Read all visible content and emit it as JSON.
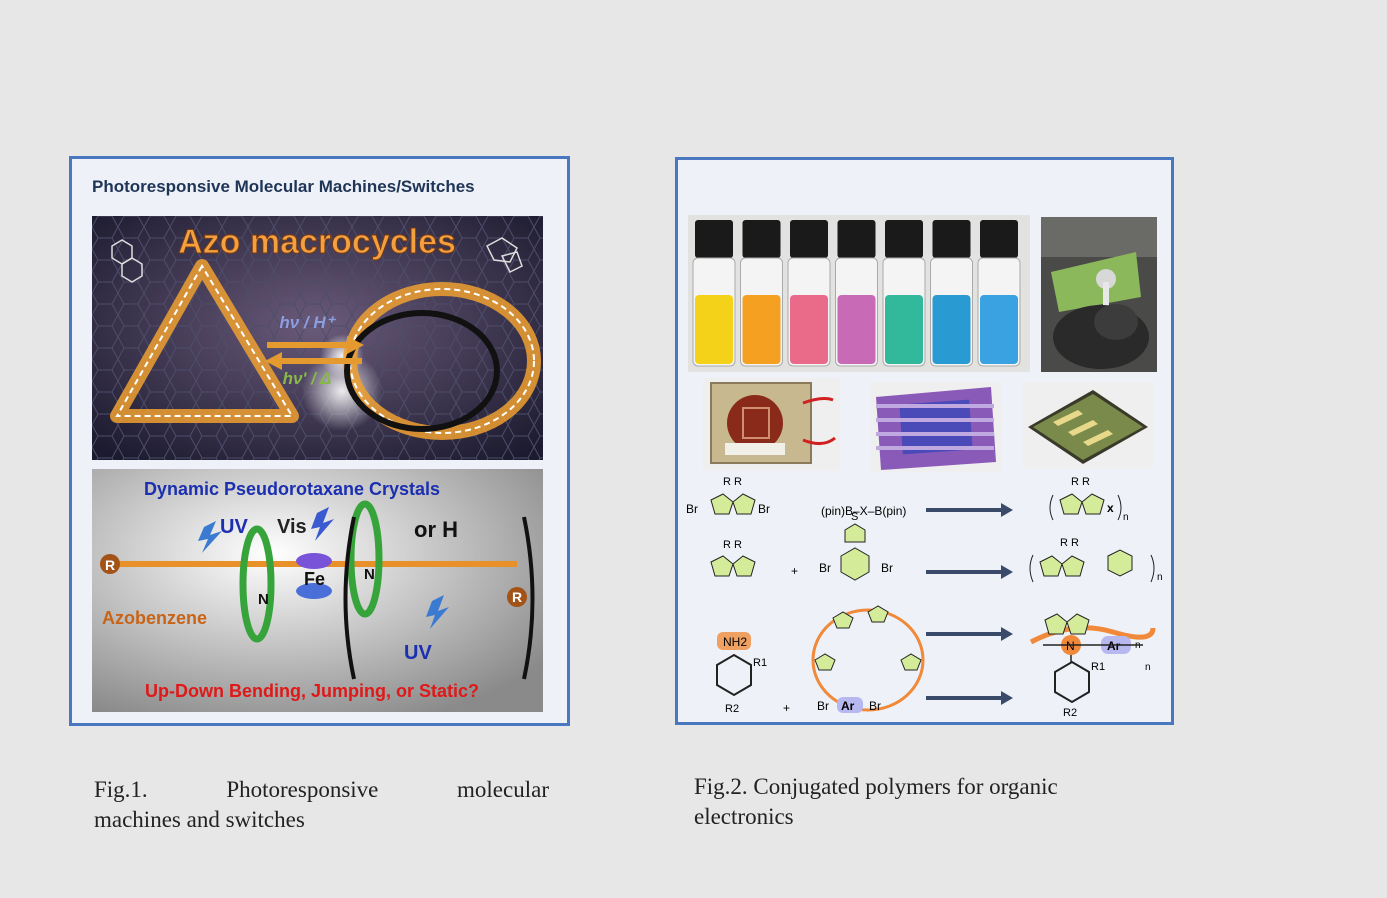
{
  "figure1": {
    "panel_title": "Photoresponsive Molecular Machines/Switches",
    "top_image": {
      "heading": "Azo macrocycles",
      "arrow_forward": "hν / H⁺",
      "arrow_back": "hν' / Δ"
    },
    "bottom_image": {
      "heading": "Dynamic Pseudorotaxane Crystals",
      "uv1": "UV",
      "vis": "Vis",
      "or_h": "or H",
      "fe": "Fe",
      "r_left": "R",
      "r_right": "R",
      "nh2_a": "N",
      "nh2_b": "N",
      "azobenzene": "Azobenzene",
      "uv2": "UV",
      "bottom_text": "Up-Down Bending, Jumping, or Static?"
    },
    "caption_line1_a": "Fig.1.",
    "caption_line1_b": "Photoresponsive",
    "caption_line1_c": "molecular",
    "caption_line2": "machines and switches"
  },
  "figure2": {
    "vial_colors": [
      "#f4d21a",
      "#f5a020",
      "#ea6a8a",
      "#c86ab6",
      "#32b89a",
      "#2a9ad2",
      "#3aa2e0"
    ],
    "reaction_labels": {
      "r1_left": "Br",
      "r1_right": "Br",
      "r1_rr": "R  R",
      "r1_reagent": "(pin)B–X–B(pin)",
      "r1_product_x": "x",
      "r1_product_n": "n",
      "r2_rr": "R  R",
      "r2_plus": "+",
      "r2_br_left": "Br",
      "r2_br_right": "Br",
      "r2_s": "S",
      "r2_product_n": "n",
      "r3_n": "n",
      "r4_nh2": "NH2",
      "r4_r1": "R1",
      "r4_r2": "R2",
      "r4_plus": "+",
      "r4_reagent_br1": "Br",
      "r4_reagent_ar": "Ar",
      "r4_reagent_br2": "Br",
      "r4_product_n": "N",
      "r4_product_ar": "Ar",
      "r4_product_r1": "R1",
      "r4_product_r2": "R2",
      "r4_product_sub": "n"
    },
    "caption_line1": "Fig.2. Conjugated polymers for organic",
    "caption_line2": "electronics"
  }
}
